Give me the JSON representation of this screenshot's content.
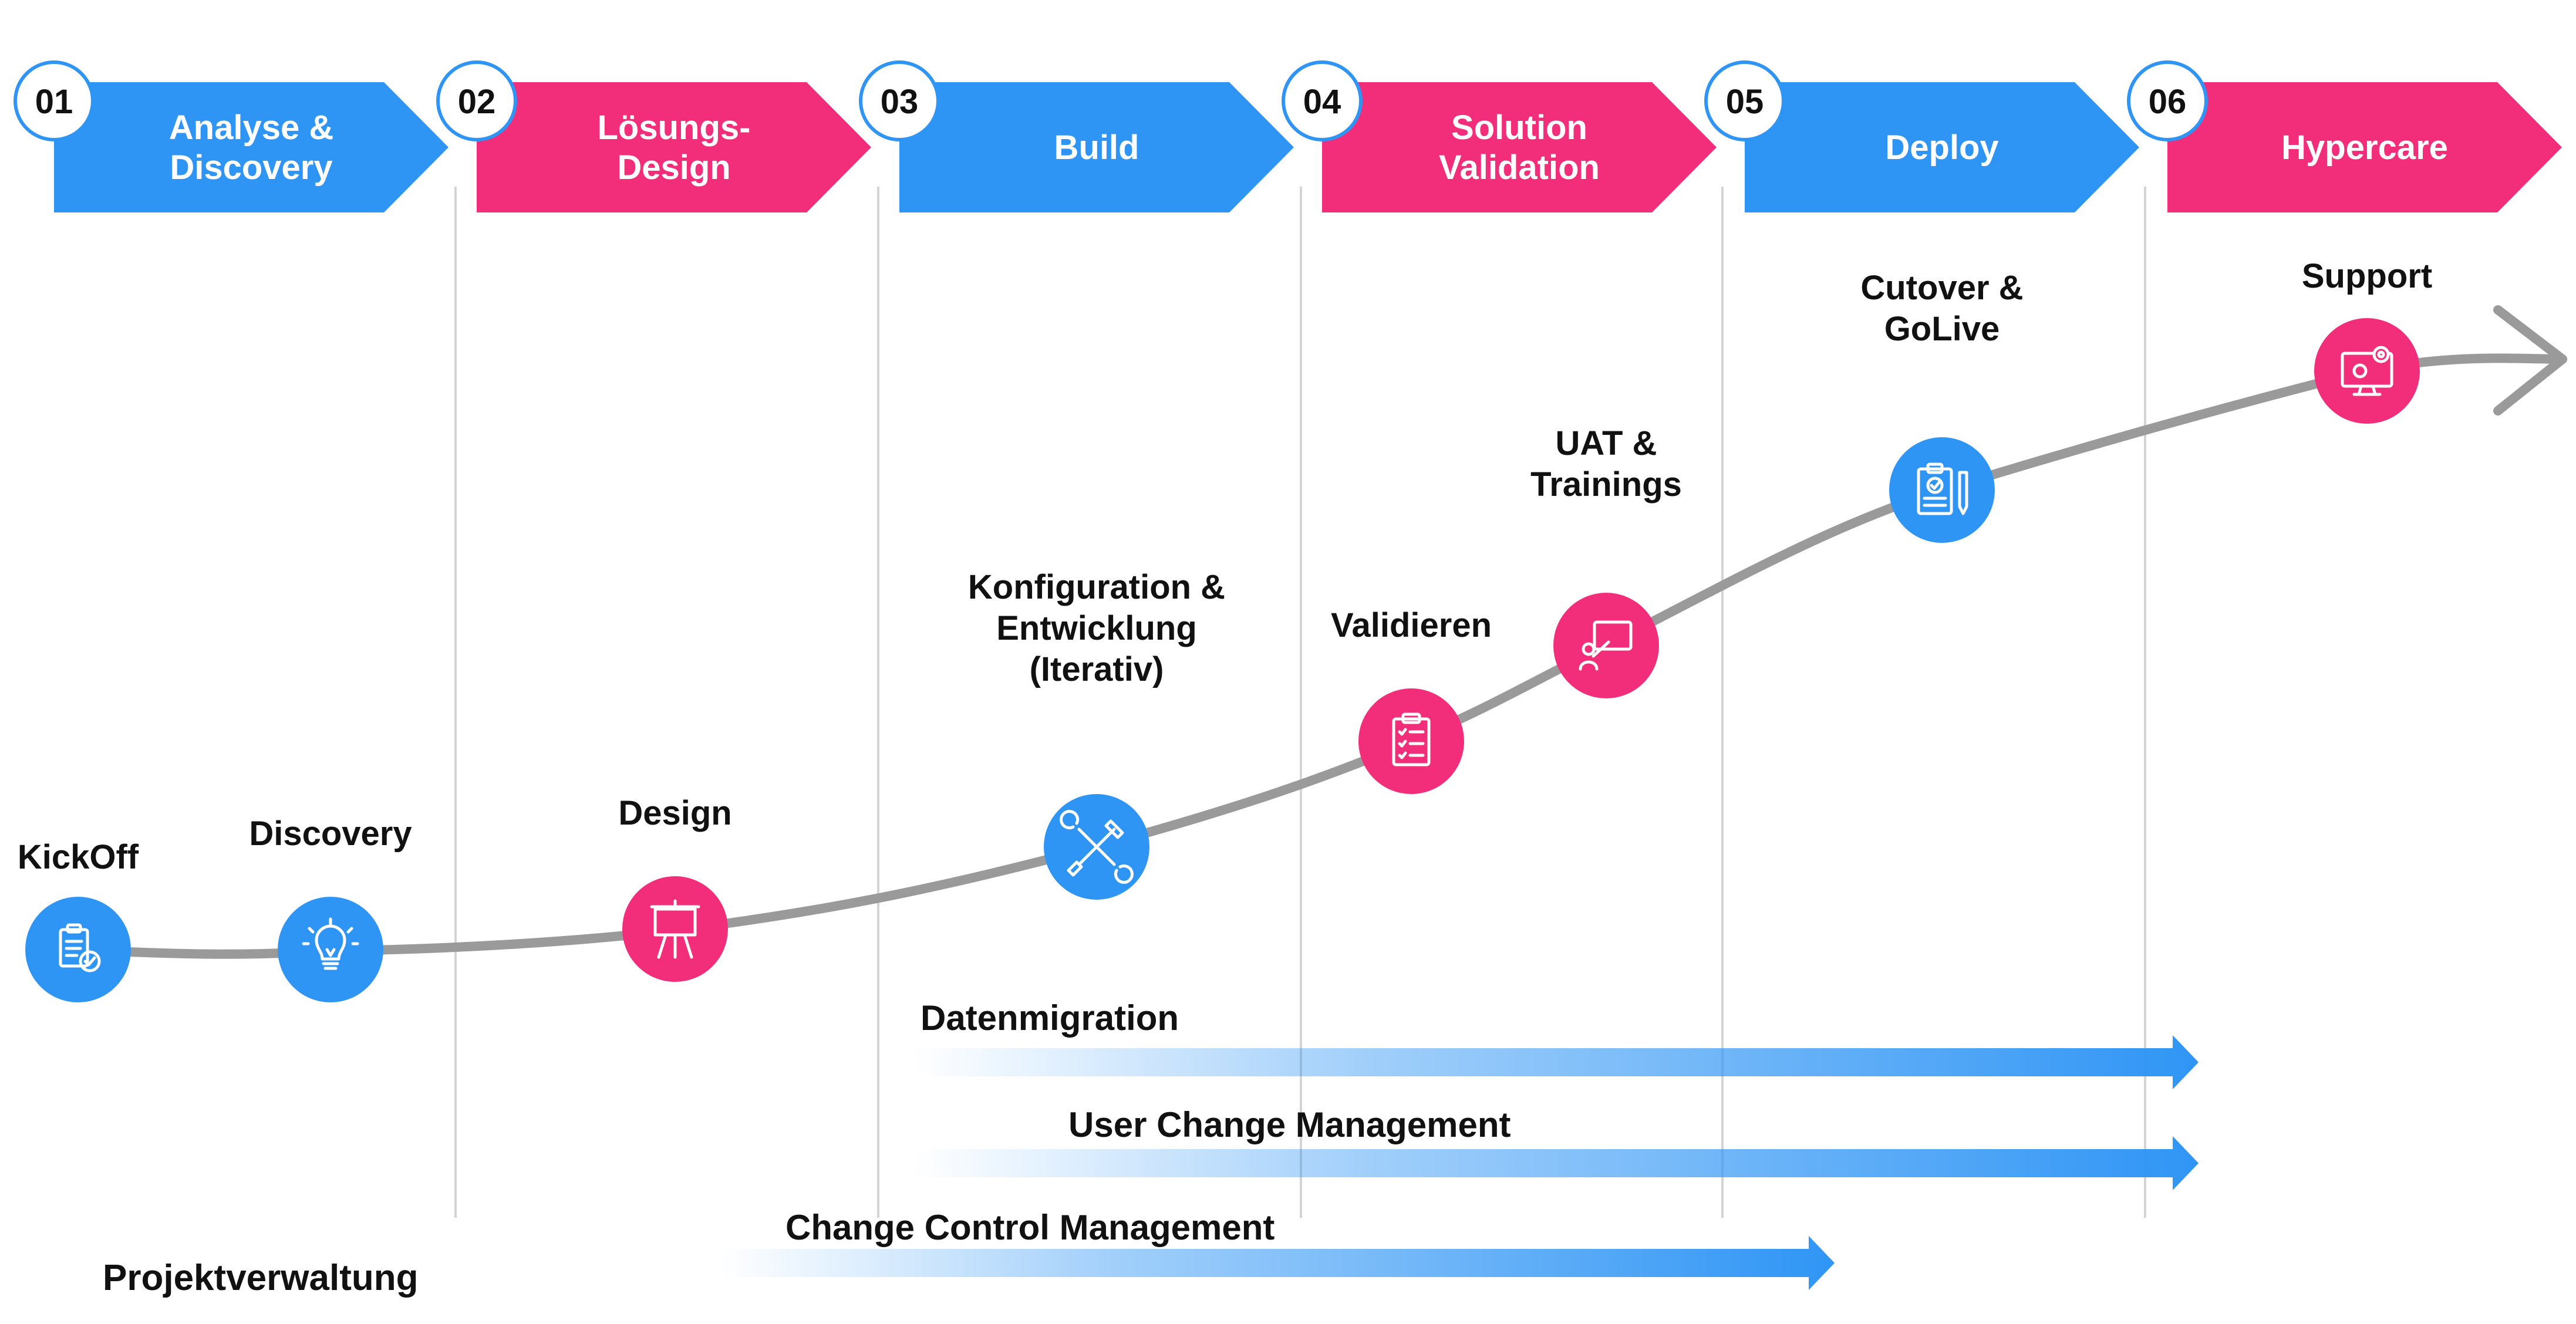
{
  "colors": {
    "blue": "#2f95f5",
    "pink": "#f22d7a",
    "curve": "#9a9a9a",
    "divider": "#d4d4d4",
    "text": "#111111",
    "badge_border": "#2f95f5"
  },
  "phases": [
    {
      "number": "01",
      "lines": [
        "Analyse &",
        "Discovery"
      ],
      "color": "blue"
    },
    {
      "number": "02",
      "lines": [
        "Lösungs-",
        "Design"
      ],
      "color": "pink"
    },
    {
      "number": "03",
      "lines": [
        "Build"
      ],
      "color": "blue"
    },
    {
      "number": "04",
      "lines": [
        "Solution",
        "Validation"
      ],
      "color": "pink"
    },
    {
      "number": "05",
      "lines": [
        "Deploy"
      ],
      "color": "blue"
    },
    {
      "number": "06",
      "lines": [
        "Hypercare"
      ],
      "color": "pink"
    }
  ],
  "milestones": [
    {
      "id": "kickoff",
      "lines": [
        "KickOff"
      ],
      "icon": "clipboard-check-icon",
      "color": "blue"
    },
    {
      "id": "discovery",
      "lines": [
        "Discovery"
      ],
      "icon": "lightbulb-icon",
      "color": "blue"
    },
    {
      "id": "design",
      "lines": [
        "Design"
      ],
      "icon": "easel-icon",
      "color": "pink"
    },
    {
      "id": "konfiguration",
      "lines": [
        "Konfiguration &",
        "Entwicklung",
        "(Iterativ)"
      ],
      "icon": "tools-icon",
      "color": "blue"
    },
    {
      "id": "validieren",
      "lines": [
        "Validieren"
      ],
      "icon": "checklist-icon",
      "color": "pink"
    },
    {
      "id": "uat",
      "lines": [
        "UAT &",
        "Trainings"
      ],
      "icon": "presentation-icon",
      "color": "pink"
    },
    {
      "id": "cutover",
      "lines": [
        "Cutover &",
        "GoLive"
      ],
      "icon": "clipboard-pen-icon",
      "color": "blue"
    },
    {
      "id": "support",
      "lines": [
        "Support"
      ],
      "icon": "monitor-gear-icon",
      "color": "pink"
    }
  ],
  "streams": [
    {
      "id": "datenmigration",
      "label": "Datenmigration"
    },
    {
      "id": "user-change",
      "label": "User Change Management"
    },
    {
      "id": "change-control",
      "label": "Change Control Management"
    }
  ],
  "footer_label": "Projektverwaltung"
}
